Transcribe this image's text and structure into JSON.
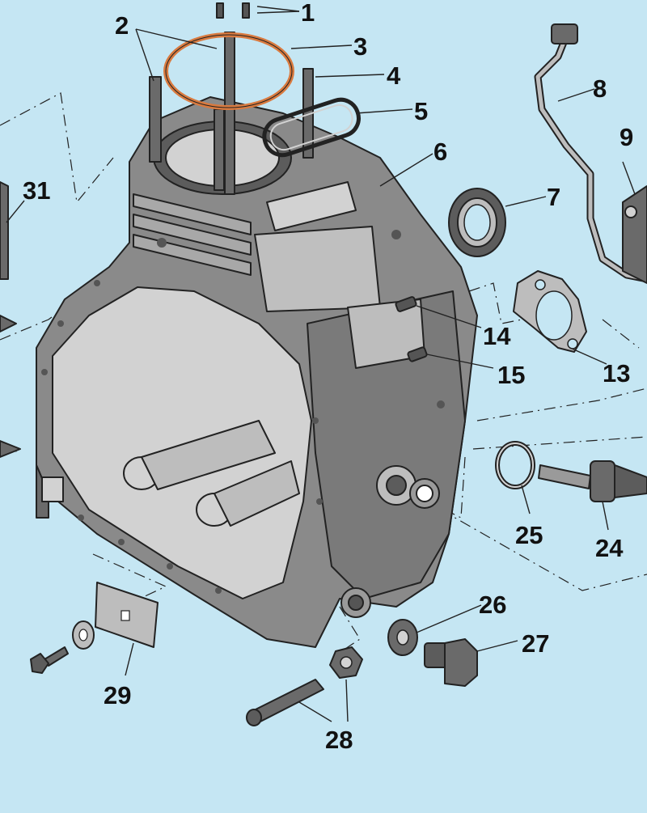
{
  "diagram": {
    "background": "#c5e6f3",
    "part_fill": "#8a8a8a",
    "part_fill_light": "#d2d2d2",
    "part_fill_dark": "#5c5c5c",
    "gasket_color": "#d97a3f",
    "labels": {
      "p1": "1",
      "p2": "2",
      "p3": "3",
      "p4": "4",
      "p5": "5",
      "p6": "6",
      "p7": "7",
      "p8": "8",
      "p9": "9",
      "p13": "13",
      "p14": "14",
      "p15": "15",
      "p24": "24",
      "p25": "25",
      "p26": "26",
      "p27": "27",
      "p28": "28",
      "p29": "29",
      "p31": "31"
    }
  }
}
